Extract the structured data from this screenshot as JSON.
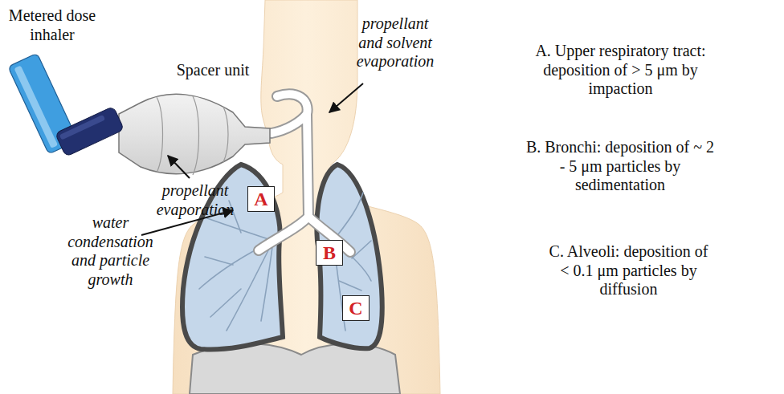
{
  "diagram": {
    "nodes": [
      {
        "text": [
          "A"
        ]
      },
      {
        "text": [
          "B"
        ]
      },
      {
        "text": [
          "C"
        ]
      }
    ],
    "labels": [
      "Metered dose inhaler",
      "Spacer unit",
      "propellant and solvent evaporation",
      "A. Upper respiratory tract: deposition of > 5 μm by impaction",
      "propellant evaporation",
      "B. Bronchi: deposition of ~ 2 - 5 μm particles by sedimentation",
      "water condensation and particle growth",
      "C. Alveoli: deposition of < 0.1 μm particles by diffusion"
    ]
  }
}
